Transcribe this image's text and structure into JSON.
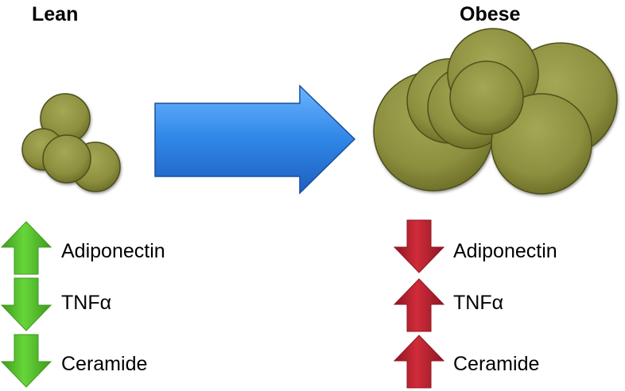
{
  "lean": {
    "title": "Lean",
    "markers": [
      {
        "label": "Adiponectin",
        "direction": "up"
      },
      {
        "label": "TNFα",
        "direction": "down"
      },
      {
        "label": "Ceramide",
        "direction": "down"
      }
    ]
  },
  "obese": {
    "title": "Obese",
    "markers": [
      {
        "label": "Adiponectin",
        "direction": "down"
      },
      {
        "label": "TNFα",
        "direction": "up"
      },
      {
        "label": "Ceramide",
        "direction": "up"
      }
    ]
  },
  "colors": {
    "cell": "#8c8f3e",
    "cell_highlight": "#b6b96a",
    "cell_dark": "#5c5e22",
    "transition_arrow": "#3b8fe8",
    "lean_arrow": "#66d63a",
    "obese_arrow": "#d02c3a"
  },
  "icons": {
    "transition": "right-arrow-icon",
    "increase": "up-arrow-icon",
    "decrease": "down-arrow-icon"
  }
}
